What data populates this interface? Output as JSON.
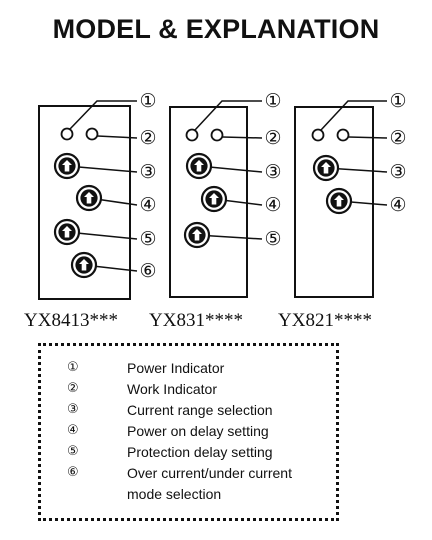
{
  "title": "MODEL & EXPLANATION",
  "callout_symbols": [
    "①",
    "②",
    "③",
    "④",
    "⑤",
    "⑥"
  ],
  "models": [
    {
      "name": "YX8413***",
      "callouts": [
        1,
        2,
        3,
        4,
        5,
        6
      ]
    },
    {
      "name": "YX831****",
      "callouts": [
        1,
        2,
        3,
        4,
        5
      ]
    },
    {
      "name": "YX821****",
      "callouts": [
        1,
        2,
        3,
        4
      ]
    }
  ],
  "legend": [
    {
      "num": "①",
      "text": "Power Indicator"
    },
    {
      "num": "②",
      "text": "Work Indicator"
    },
    {
      "num": "③",
      "text": "Current range selection"
    },
    {
      "num": "④",
      "text": "Power on delay setting"
    },
    {
      "num": "⑤",
      "text": "Protection delay setting"
    },
    {
      "num": "⑥",
      "text": "Over current/under current",
      "text2": "mode selection"
    }
  ]
}
